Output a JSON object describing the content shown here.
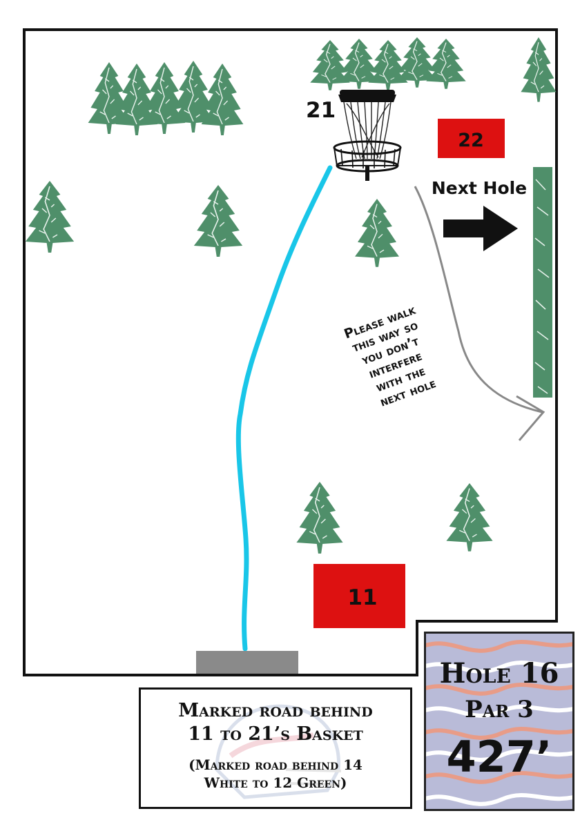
{
  "basket": {
    "number": "21"
  },
  "tees": {
    "current": "11",
    "next": "22"
  },
  "next_hole": {
    "label": "Next Hole"
  },
  "walk_note": {
    "lines": [
      "Please walk",
      "this way so",
      "you don’t",
      "interfere",
      "with the",
      "next hole"
    ]
  },
  "tee_pad_color": "#dd1111",
  "throw_line_color": "#19c6e8",
  "tree_color": "#4f8f6a",
  "info": {
    "main_line1": "Marked road behind",
    "main_line2": "11 to 21’s Basket",
    "sub_line1": "(Marked road behind 14",
    "sub_line2": "White to 12 Green)"
  },
  "hole": {
    "number": "Hole 16",
    "par": "Par 3",
    "distance": "427’"
  }
}
